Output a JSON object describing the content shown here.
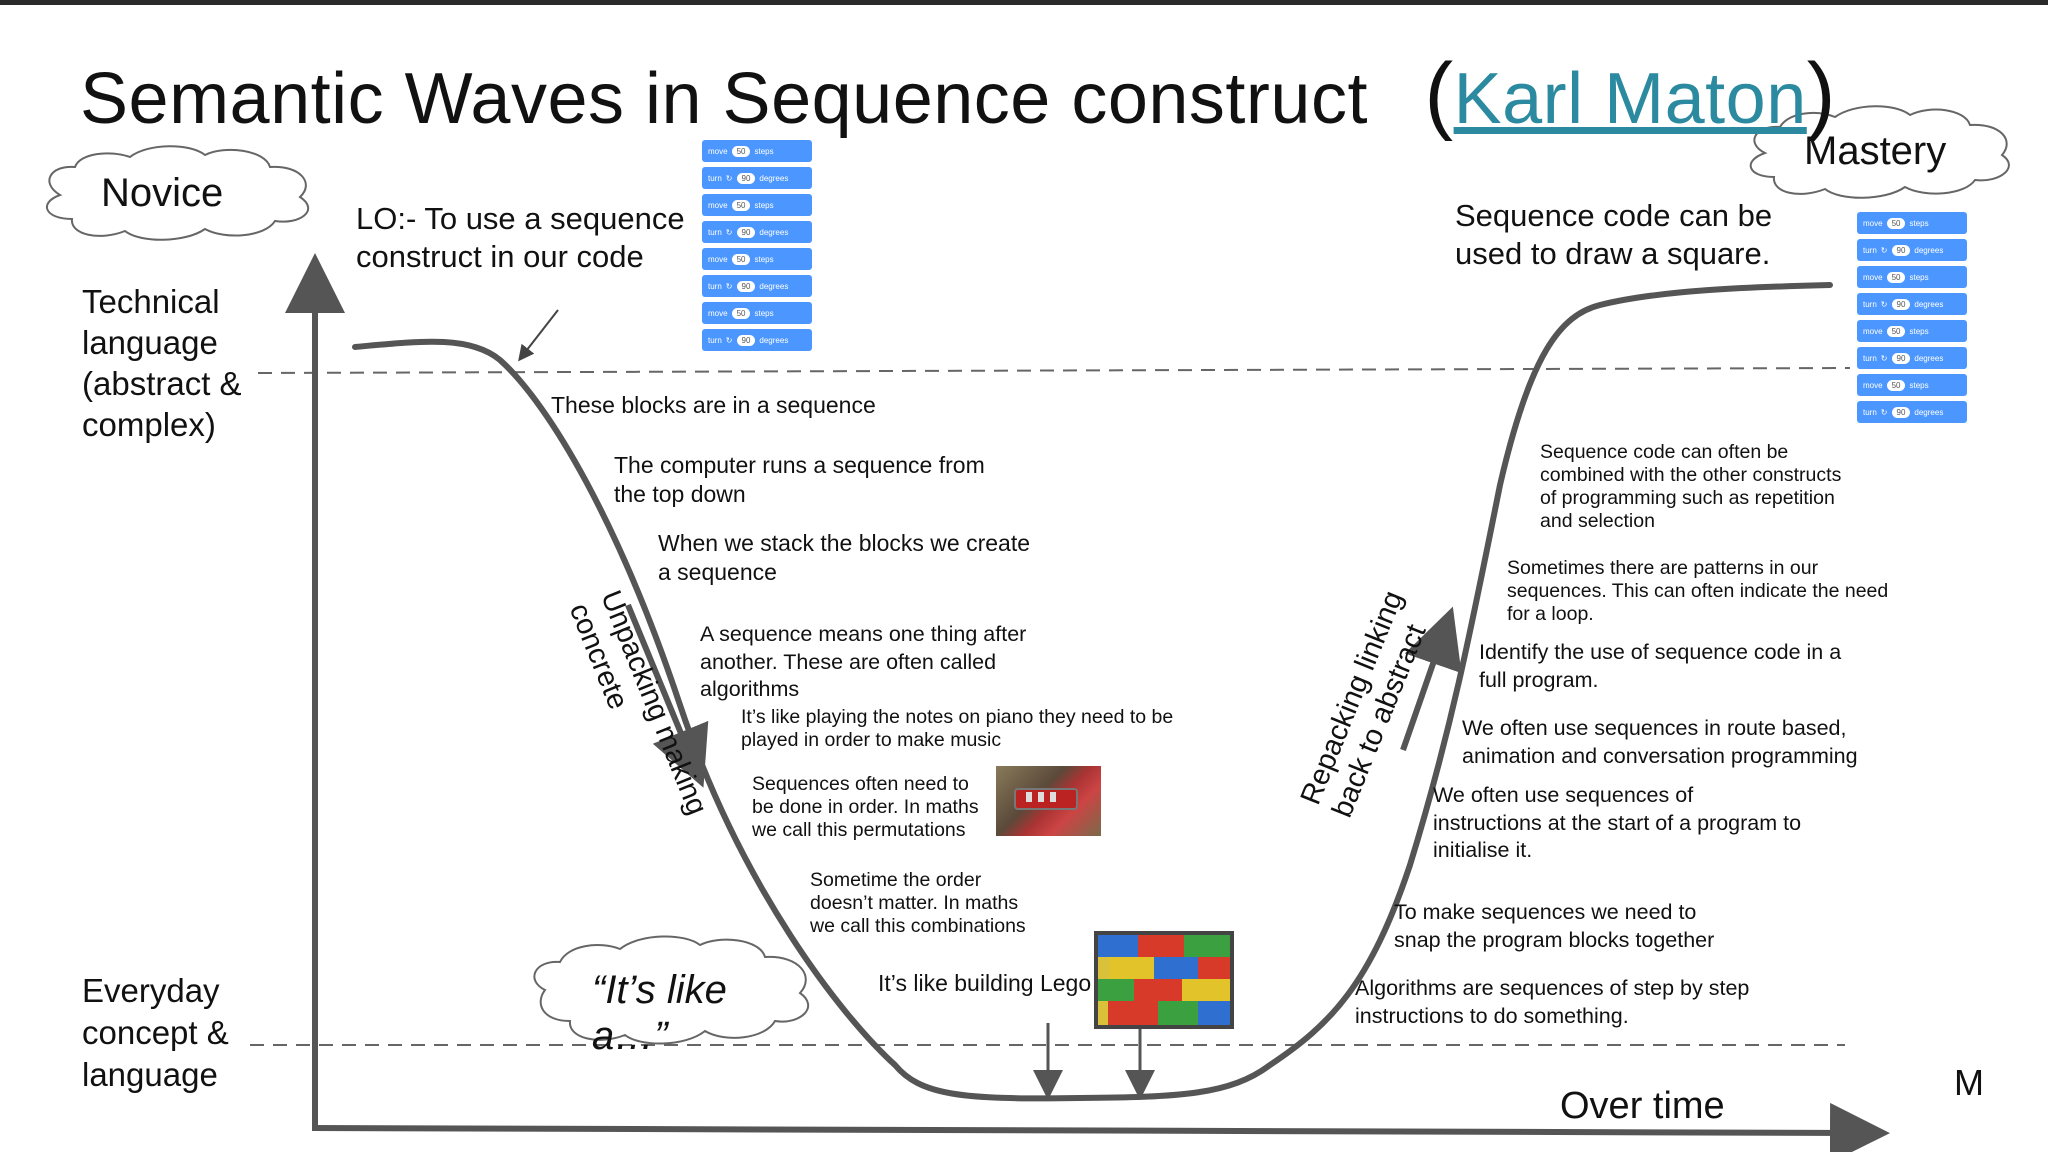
{
  "title": {
    "main": "Semantic Waves in Sequence construct",
    "open_paren": "(",
    "link": "Karl Maton",
    "close_paren": ")"
  },
  "clouds": {
    "novice": "Novice",
    "mastery": "Mastery",
    "its_like_line1": "“It’s like",
    "its_like_line2": "a…”"
  },
  "side_labels": {
    "technical": [
      "Technical",
      "language",
      "(abstract &",
      "complex)"
    ],
    "everyday": [
      "Everyday",
      "concept &",
      "language"
    ]
  },
  "lo": [
    "LO:- To use a sequence",
    "construct in our code"
  ],
  "mastery_text": [
    "Sequence code can be",
    "used to draw a square."
  ],
  "axis": {
    "over_time": "Over time",
    "m_label": "M"
  },
  "arrow_labels": {
    "unpacking": [
      "Unpacking making",
      "concrete"
    ],
    "repacking": [
      "Repacking linking",
      "back to abstract"
    ]
  },
  "descending": [
    [
      "These blocks are in a sequence"
    ],
    [
      "The computer runs a sequence from",
      "the top down"
    ],
    [
      "When we stack the blocks we create",
      "a sequence"
    ],
    [
      "A sequence means one thing after",
      "another. These are often called",
      "algorithms"
    ],
    [
      "It’s like playing the notes on piano they need to be",
      "played in order to make music"
    ],
    [
      "Sequences often need to",
      "be done in order. In maths",
      "we call this permutations"
    ],
    [
      "Sometime the order",
      "doesn’t matter. In maths",
      "we call this combinations"
    ],
    [
      "It’s like building Lego"
    ]
  ],
  "ascending": [
    [
      "Sequence code can often be",
      "combined with the other constructs",
      "of programming such as repetition",
      "and selection"
    ],
    [
      "Sometimes there are patterns in our",
      "sequences. This can often indicate the need",
      "for a loop."
    ],
    [
      "Identify the use of sequence code in a",
      "full program."
    ],
    [
      "We often use sequences in route based,",
      "animation and conversation programming"
    ],
    [
      "We often use sequences of",
      "instructions at the start of a program to",
      "initialise it."
    ],
    [
      "To make sequences we need to",
      "snap the program blocks together"
    ],
    [
      "Algorithms are sequences of step by step",
      "instructions to do something."
    ]
  ],
  "code_blocks": [
    {
      "cmd": "move",
      "value": "50",
      "unit": "steps"
    },
    {
      "cmd": "turn",
      "value": "90",
      "unit": "degrees"
    },
    {
      "cmd": "move",
      "value": "50",
      "unit": "steps"
    },
    {
      "cmd": "turn",
      "value": "90",
      "unit": "degrees"
    },
    {
      "cmd": "move",
      "value": "50",
      "unit": "steps"
    },
    {
      "cmd": "turn",
      "value": "90",
      "unit": "degrees"
    },
    {
      "cmd": "move",
      "value": "50",
      "unit": "steps"
    },
    {
      "cmd": "turn",
      "value": "90",
      "unit": "degrees"
    }
  ],
  "colors": {
    "link": "#2b8aa0",
    "curve": "#555555",
    "block": "#4c97ff"
  }
}
